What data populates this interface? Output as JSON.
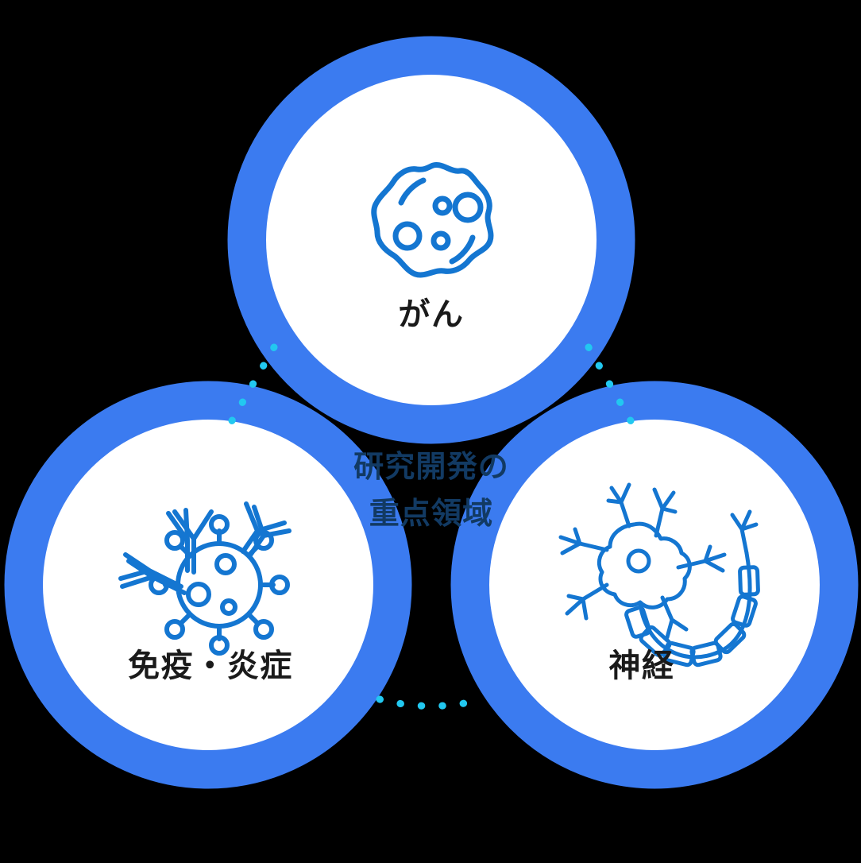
{
  "diagram": {
    "type": "venn-three-circle",
    "title_center": "研究開発の重点領域",
    "center_line1": "研究開発の",
    "center_line2": "重点領域",
    "colors": {
      "ring_blue": "#3b7bf0",
      "circle_fill": "#ffffff",
      "overlap_light": "#d5ecfb",
      "overlap_medium": "#8fd0f5",
      "overlap_deep": "#a8dcf7",
      "dotted_connector": "#22c8f0",
      "icon_stroke": "#1476d1",
      "label_text": "#1a1a1a",
      "center_text": "#123a63",
      "background": "#000000"
    },
    "lobes": [
      {
        "id": "cancer",
        "label": "がん",
        "icon": "cancer-cell-icon",
        "position": "top"
      },
      {
        "id": "immunity",
        "label": "免疫・炎症",
        "icon": "antibody-virus-icon",
        "position": "bottom-left"
      },
      {
        "id": "neuro",
        "label": "神経",
        "icon": "neuron-icon",
        "position": "bottom-right"
      }
    ],
    "connectors": [
      {
        "id": "cancer-immunity",
        "style": "dotted"
      },
      {
        "id": "cancer-neuro",
        "style": "dotted"
      },
      {
        "id": "immunity-neuro",
        "style": "dotted"
      }
    ]
  }
}
